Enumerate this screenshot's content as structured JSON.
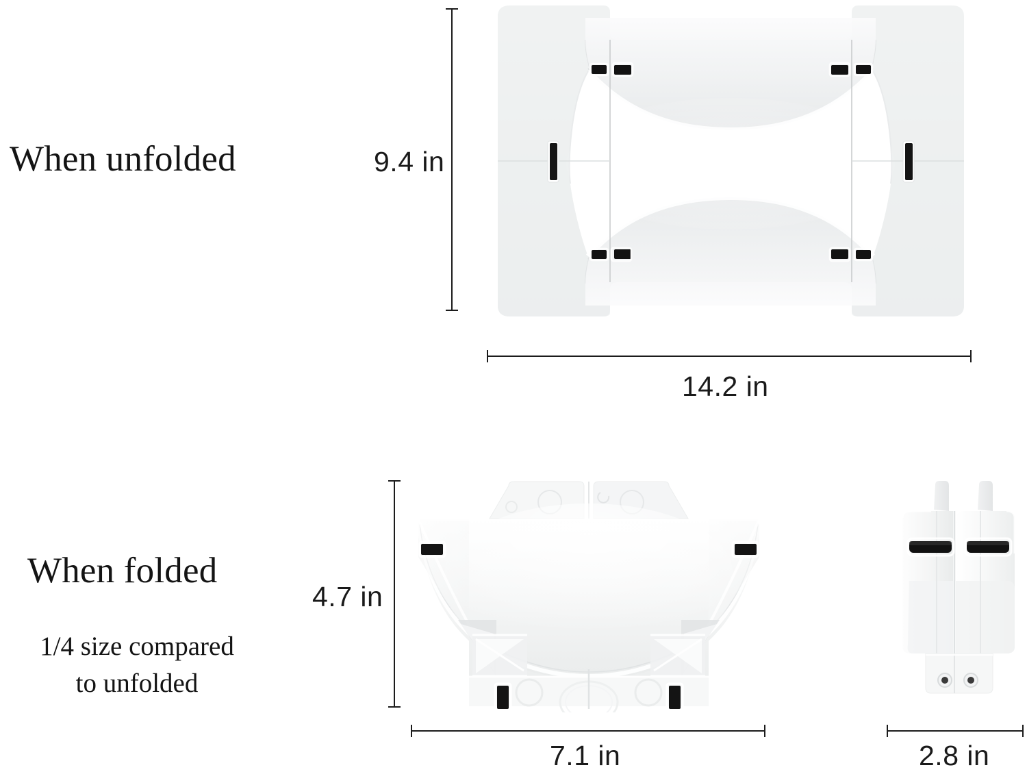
{
  "page": {
    "background_color": "#ffffff",
    "product_color": "#f2f3f4",
    "hardware_color": "#121212",
    "line_color": "#1b1b1b",
    "text_color": "#141414"
  },
  "sections": {
    "unfolded": {
      "heading": "When unfolded",
      "height_label": "9.4 in",
      "width_label": "14.2 in",
      "view_name": "unfolded-top-view"
    },
    "folded": {
      "heading": "When folded",
      "note_line1": "1/4 size compared",
      "note_line2": "to unfolded",
      "height_label": "4.7 in",
      "width_label": "7.1 in",
      "depth_label": "2.8 in",
      "front_view_name": "folded-front-view",
      "side_view_name": "folded-side-view"
    }
  }
}
